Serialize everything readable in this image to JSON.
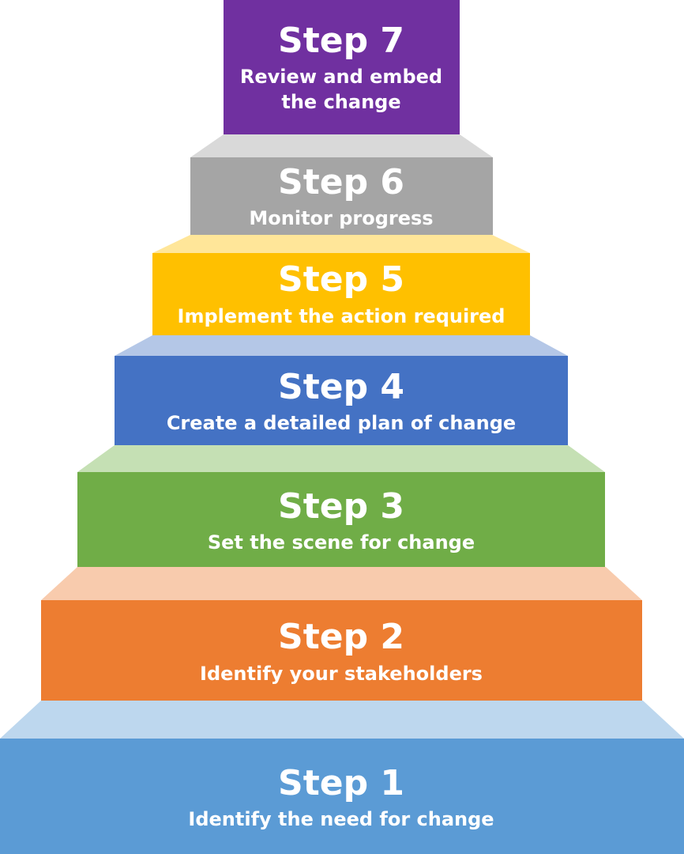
{
  "steps": [
    {
      "title": "Step 1",
      "lines": [
        "Identify the need for change"
      ],
      "color": "#5b9bd5",
      "top_color": "#bdd7ee"
    },
    {
      "title": "Step 2",
      "lines": [
        "Identify your stakeholders"
      ],
      "color": "#ed7d31",
      "top_color": "#f8cbad"
    },
    {
      "title": "Step 3",
      "lines": [
        "Set the scene for change"
      ],
      "color": "#70ad47",
      "top_color": "#c5e0b4"
    },
    {
      "title": "Step 4",
      "lines": [
        "Create a detailed plan of change"
      ],
      "color": "#4472c4",
      "top_color": "#b4c7e7"
    },
    {
      "title": "Step 5",
      "lines": [
        "Implement the action required"
      ],
      "color": "#ffc000",
      "top_color": "#ffe699"
    },
    {
      "title": "Step 6",
      "lines": [
        "Monitor progress"
      ],
      "color": "#a5a5a5",
      "top_color": "#d9d9d9"
    },
    {
      "title": "Step 7",
      "lines": [
        "Review and embed",
        "the change"
      ],
      "color": "#7030a0",
      "top_color": null
    }
  ]
}
